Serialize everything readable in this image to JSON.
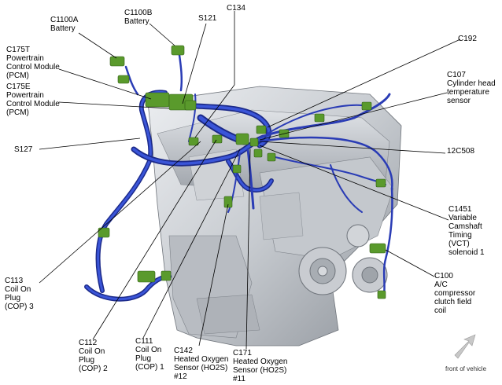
{
  "callouts": [
    {
      "id": "c1100a",
      "lines": [
        "C1100A",
        "Battery"
      ]
    },
    {
      "id": "c1100b",
      "lines": [
        "C1100B",
        "Battery"
      ]
    },
    {
      "id": "s121",
      "lines": [
        "S121"
      ]
    },
    {
      "id": "c134",
      "lines": [
        "C134"
      ]
    },
    {
      "id": "c192",
      "lines": [
        "C192"
      ]
    },
    {
      "id": "c175t",
      "lines": [
        "C175T",
        "Powertrain",
        "Control Module",
        "(PCM)"
      ]
    },
    {
      "id": "c175e",
      "lines": [
        "C175E",
        "Powertrain",
        "Control Module",
        "(PCM)"
      ]
    },
    {
      "id": "c107",
      "lines": [
        "C107",
        "Cylinder head",
        "temperature",
        "sensor"
      ]
    },
    {
      "id": "s127",
      "lines": [
        "S127"
      ]
    },
    {
      "id": "12c508",
      "lines": [
        "12C508"
      ]
    },
    {
      "id": "c1451",
      "lines": [
        "C1451",
        "Variable",
        "Camshaft",
        "Timing",
        "(VCT)",
        "solenoid 1"
      ]
    },
    {
      "id": "c113",
      "lines": [
        "C113",
        "Coil On",
        "Plug",
        "(COP) 3"
      ]
    },
    {
      "id": "c100",
      "lines": [
        "C100",
        "A/C",
        "compressor",
        "clutch field",
        "coil"
      ]
    },
    {
      "id": "c112",
      "lines": [
        "C112",
        "Coil On",
        "Plug",
        "(COP) 2"
      ]
    },
    {
      "id": "c111",
      "lines": [
        "C111",
        "Coil On",
        "Plug",
        "(COP) 1"
      ]
    },
    {
      "id": "c142",
      "lines": [
        "C142",
        "Heated Oxygen",
        "Sensor (HO2S)",
        "#12"
      ]
    },
    {
      "id": "c171",
      "lines": [
        "C171",
        "Heated Oxygen",
        "Sensor (HO2S)",
        "#11"
      ]
    }
  ],
  "orientation_label": "front of vehicle",
  "colors": {
    "harness": "#2f43c9",
    "harness_dark": "#1c2a8a",
    "connector": "#5a9a2c",
    "engine_light": "#d9dce0",
    "engine_mid": "#b3b7bd",
    "engine_dark": "#7f848b",
    "leader": "#000000",
    "arrow": "#c8c8c8"
  },
  "icons": [
    "front-direction-arrow-icon"
  ]
}
